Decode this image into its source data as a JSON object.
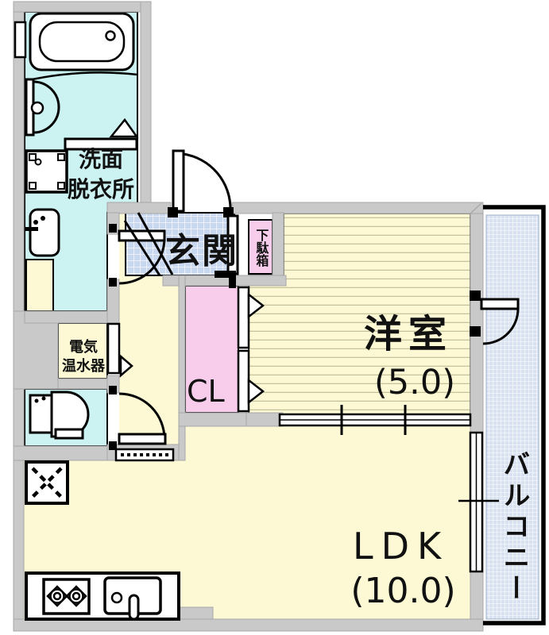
{
  "floorplan": {
    "title": "1LDK apartment floor plan",
    "labels": {
      "washroom_line1": "洗面",
      "washroom_line2": "脱衣所",
      "water_heater_line1": "電気",
      "water_heater_line2": "温水器",
      "entrance": "玄関",
      "shoe_cabinet": "下駄箱",
      "western_room": "洋室",
      "western_room_size": "(5.0)",
      "closet": "CL",
      "ldk": "LDK",
      "ldk_size": "(10.0)",
      "balcony": "バルコニー"
    },
    "colors": {
      "wall_gray": "#c9c9c9",
      "wall_edge": "#a8a8a8",
      "room_yellow": "#fcf9d4",
      "wet_cyan": "#cdf2f2",
      "pink": "#f8cdec",
      "tile_blue": "#c9d7ef",
      "balcony_blue": "#d9e2f1",
      "stripe_line": "#c6c49c",
      "ink": "#111111",
      "bg": "#ffffff"
    }
  }
}
